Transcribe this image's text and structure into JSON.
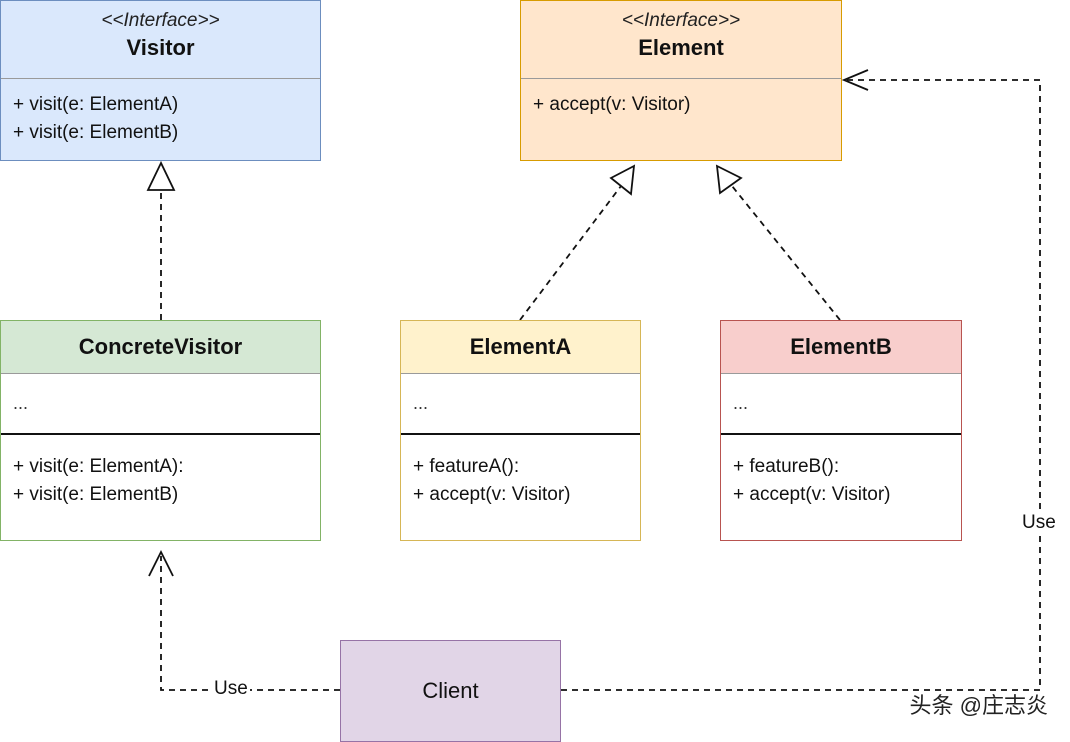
{
  "visitor": {
    "stereotype": "<<Interface>>",
    "name": "Visitor",
    "methods": [
      "+ visit(e: ElementA)",
      "+ visit(e: ElementB)"
    ]
  },
  "element": {
    "stereotype": "<<Interface>>",
    "name": "Element",
    "methods": [
      "+ accept(v: Visitor)"
    ]
  },
  "concrete_visitor": {
    "name": "ConcreteVisitor",
    "attributes": "...",
    "methods": [
      "+ visit(e: ElementA):",
      "+ visit(e: ElementB)"
    ]
  },
  "element_a": {
    "name": "ElementA",
    "attributes": "...",
    "methods": [
      "+ featureA():",
      "+ accept(v: Visitor)"
    ]
  },
  "element_b": {
    "name": "ElementB",
    "attributes": "...",
    "methods": [
      "+ featureB():",
      "+ accept(v: Visitor)"
    ]
  },
  "client": {
    "name": "Client"
  },
  "edges": {
    "client_to_concrete_visitor": "Use",
    "client_to_element": "Use"
  },
  "watermark": "头条 @庄志炎",
  "colors": {
    "visitor_fill": "#dae8fc",
    "visitor_border": "#6c8ebf",
    "element_fill": "#ffe6cc",
    "element_border": "#d79b00",
    "concrete_visitor_fill": "#d5e8d4",
    "concrete_visitor_border": "#82b366",
    "element_a_fill": "#fff2cc",
    "element_a_border": "#d6b656",
    "element_b_fill": "#f8cecc",
    "element_b_border": "#b85450",
    "client_fill": "#e1d5e7",
    "client_border": "#9673a6"
  }
}
